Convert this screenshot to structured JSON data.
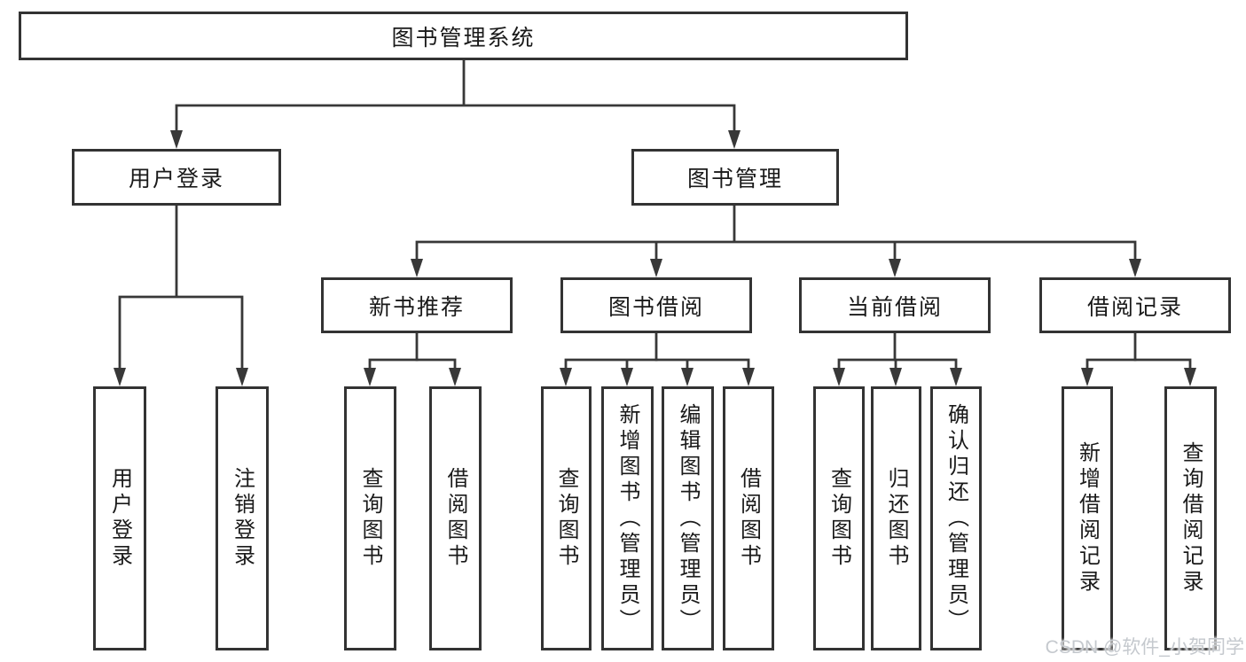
{
  "diagram_type": "hierarchy-tree",
  "colors": {
    "background": "#ffffff",
    "line": "#383838",
    "box_border": "#333333",
    "text": "#1a1a1a",
    "watermark_text": "#c5c9ce"
  },
  "tree": {
    "root": {
      "label": "图书管理系统"
    },
    "branches": [
      {
        "label": "用户登录",
        "children": [
          {
            "label": "用户登录"
          },
          {
            "label": "注销登录"
          }
        ]
      },
      {
        "label": "图书管理",
        "children": [
          {
            "label": "新书推荐",
            "children": [
              {
                "label": "查询图书"
              },
              {
                "label": "借阅图书"
              }
            ]
          },
          {
            "label": "图书借阅",
            "children": [
              {
                "label": "查询图书"
              },
              {
                "label": "新增图书（管理员）"
              },
              {
                "label": "编辑图书（管理员）"
              },
              {
                "label": "借阅图书"
              }
            ]
          },
          {
            "label": "当前借阅",
            "children": [
              {
                "label": "查询图书"
              },
              {
                "label": "归还图书"
              },
              {
                "label": "确认归还（管理员）"
              }
            ]
          },
          {
            "label": "借阅记录",
            "children": [
              {
                "label": "新增借阅记录"
              },
              {
                "label": "查询借阅记录"
              }
            ]
          }
        ]
      }
    ]
  },
  "watermark": {
    "text": "CSDN @软件_小贺同学"
  }
}
